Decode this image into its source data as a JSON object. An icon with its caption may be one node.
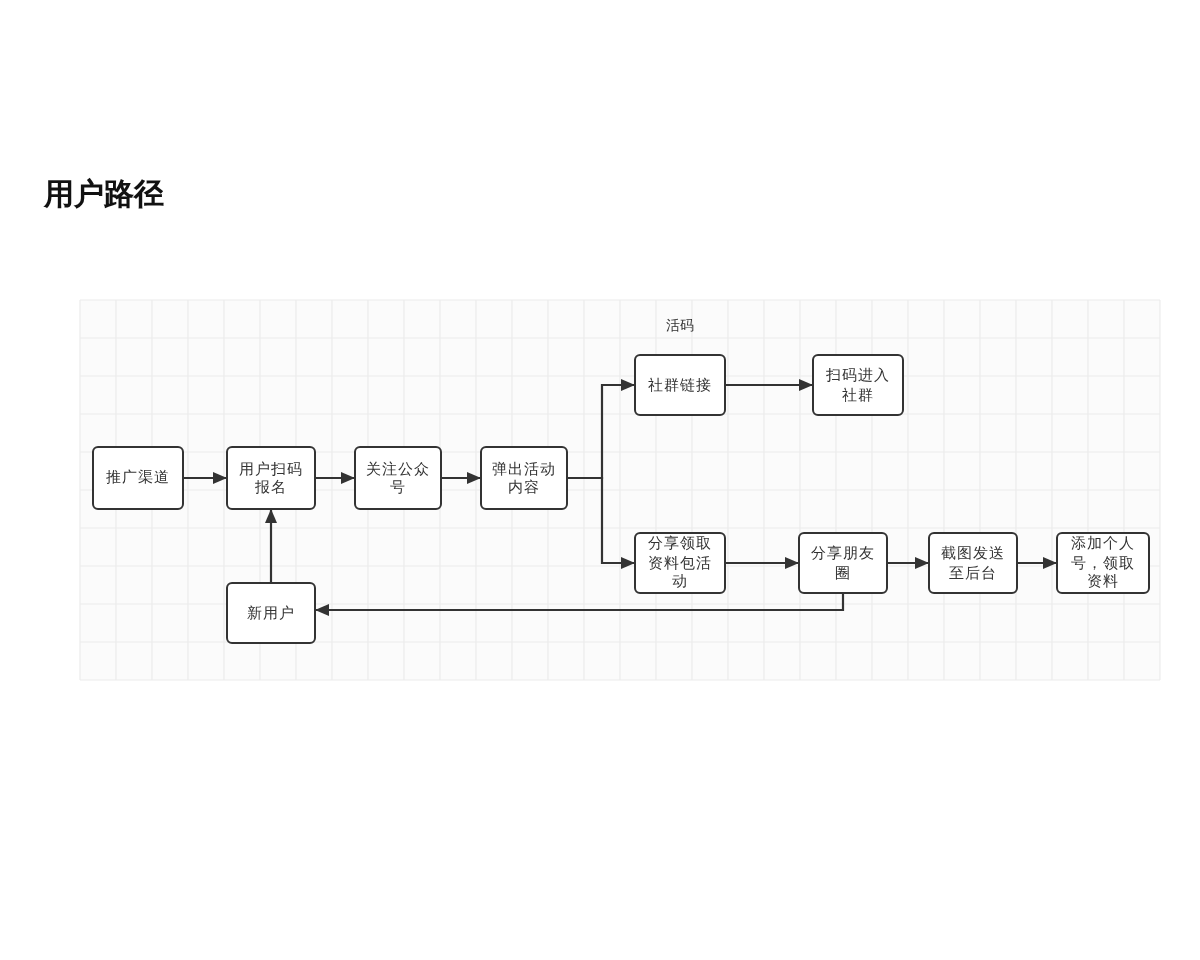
{
  "diagram": {
    "title": "用户路径",
    "nodes": [
      {
        "text": [
          "推广渠道"
        ]
      },
      {
        "text": [
          "用户扫码报名"
        ]
      },
      {
        "text": [
          "关注公众号"
        ]
      },
      {
        "text": [
          "弹出活动内容"
        ]
      },
      {
        "text": [
          "社群链接"
        ]
      },
      {
        "text": [
          "扫码进入社群"
        ]
      },
      {
        "text": [
          "分享领取资料包活动"
        ]
      },
      {
        "text": [
          "分享朋友圈"
        ]
      },
      {
        "text": [
          "截图发送至后台"
        ]
      },
      {
        "text": [
          "添加个人号，领取资料"
        ]
      },
      {
        "text": [
          "新用户"
        ]
      }
    ],
    "edges": [
      {
        "from": 0,
        "to": 1,
        "arrow": "to"
      },
      {
        "from": 1,
        "to": 2,
        "arrow": "to"
      },
      {
        "from": 2,
        "to": 3,
        "arrow": "to"
      },
      {
        "from": 3,
        "to": 4,
        "arrow": "to"
      },
      {
        "from": 3,
        "to": 6,
        "arrow": "to"
      },
      {
        "from": 4,
        "to": 5,
        "arrow": "to"
      },
      {
        "from": 6,
        "to": 7,
        "arrow": "to"
      },
      {
        "from": 7,
        "to": 8,
        "arrow": "to"
      },
      {
        "from": 8,
        "to": 9,
        "arrow": "to"
      },
      {
        "from": 7,
        "to": 10,
        "arrow": "to"
      },
      {
        "from": 10,
        "to": 1,
        "arrow": "to"
      }
    ],
    "labels": [
      "活码"
    ]
  }
}
